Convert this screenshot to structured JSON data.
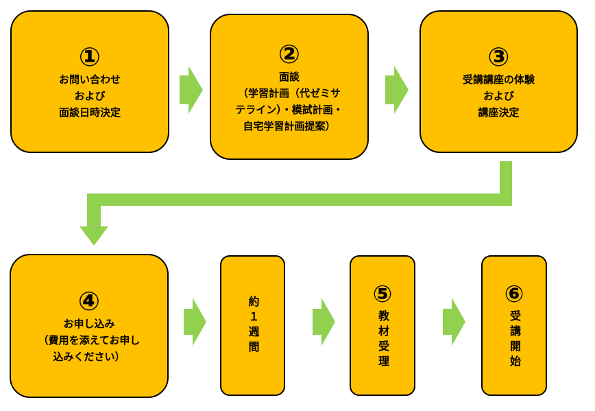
{
  "colors": {
    "box_fill": "#FFC000",
    "arrow": "#92D050",
    "border": "#000000"
  },
  "steps": {
    "s1": {
      "num": "①",
      "lines": [
        "お問い合わせ",
        "および",
        "面談日時決定"
      ]
    },
    "s2": {
      "num": "②",
      "lines": [
        "面談",
        "（学習計画（代ゼミサ",
        "テライン）・模試計画・",
        "自宅学習計画提案）"
      ]
    },
    "s3": {
      "num": "③",
      "lines": [
        "受講講座の体験",
        "および",
        "講座決定"
      ]
    },
    "s4": {
      "num": "④",
      "lines": [
        "お申し込み",
        "（費用を添えてお申し",
        "込みください）"
      ]
    },
    "wait": {
      "text": "約１週間"
    },
    "s5": {
      "num": "⑤",
      "text": "教材受理"
    },
    "s6": {
      "num": "⑥",
      "text": "受講開始"
    }
  }
}
